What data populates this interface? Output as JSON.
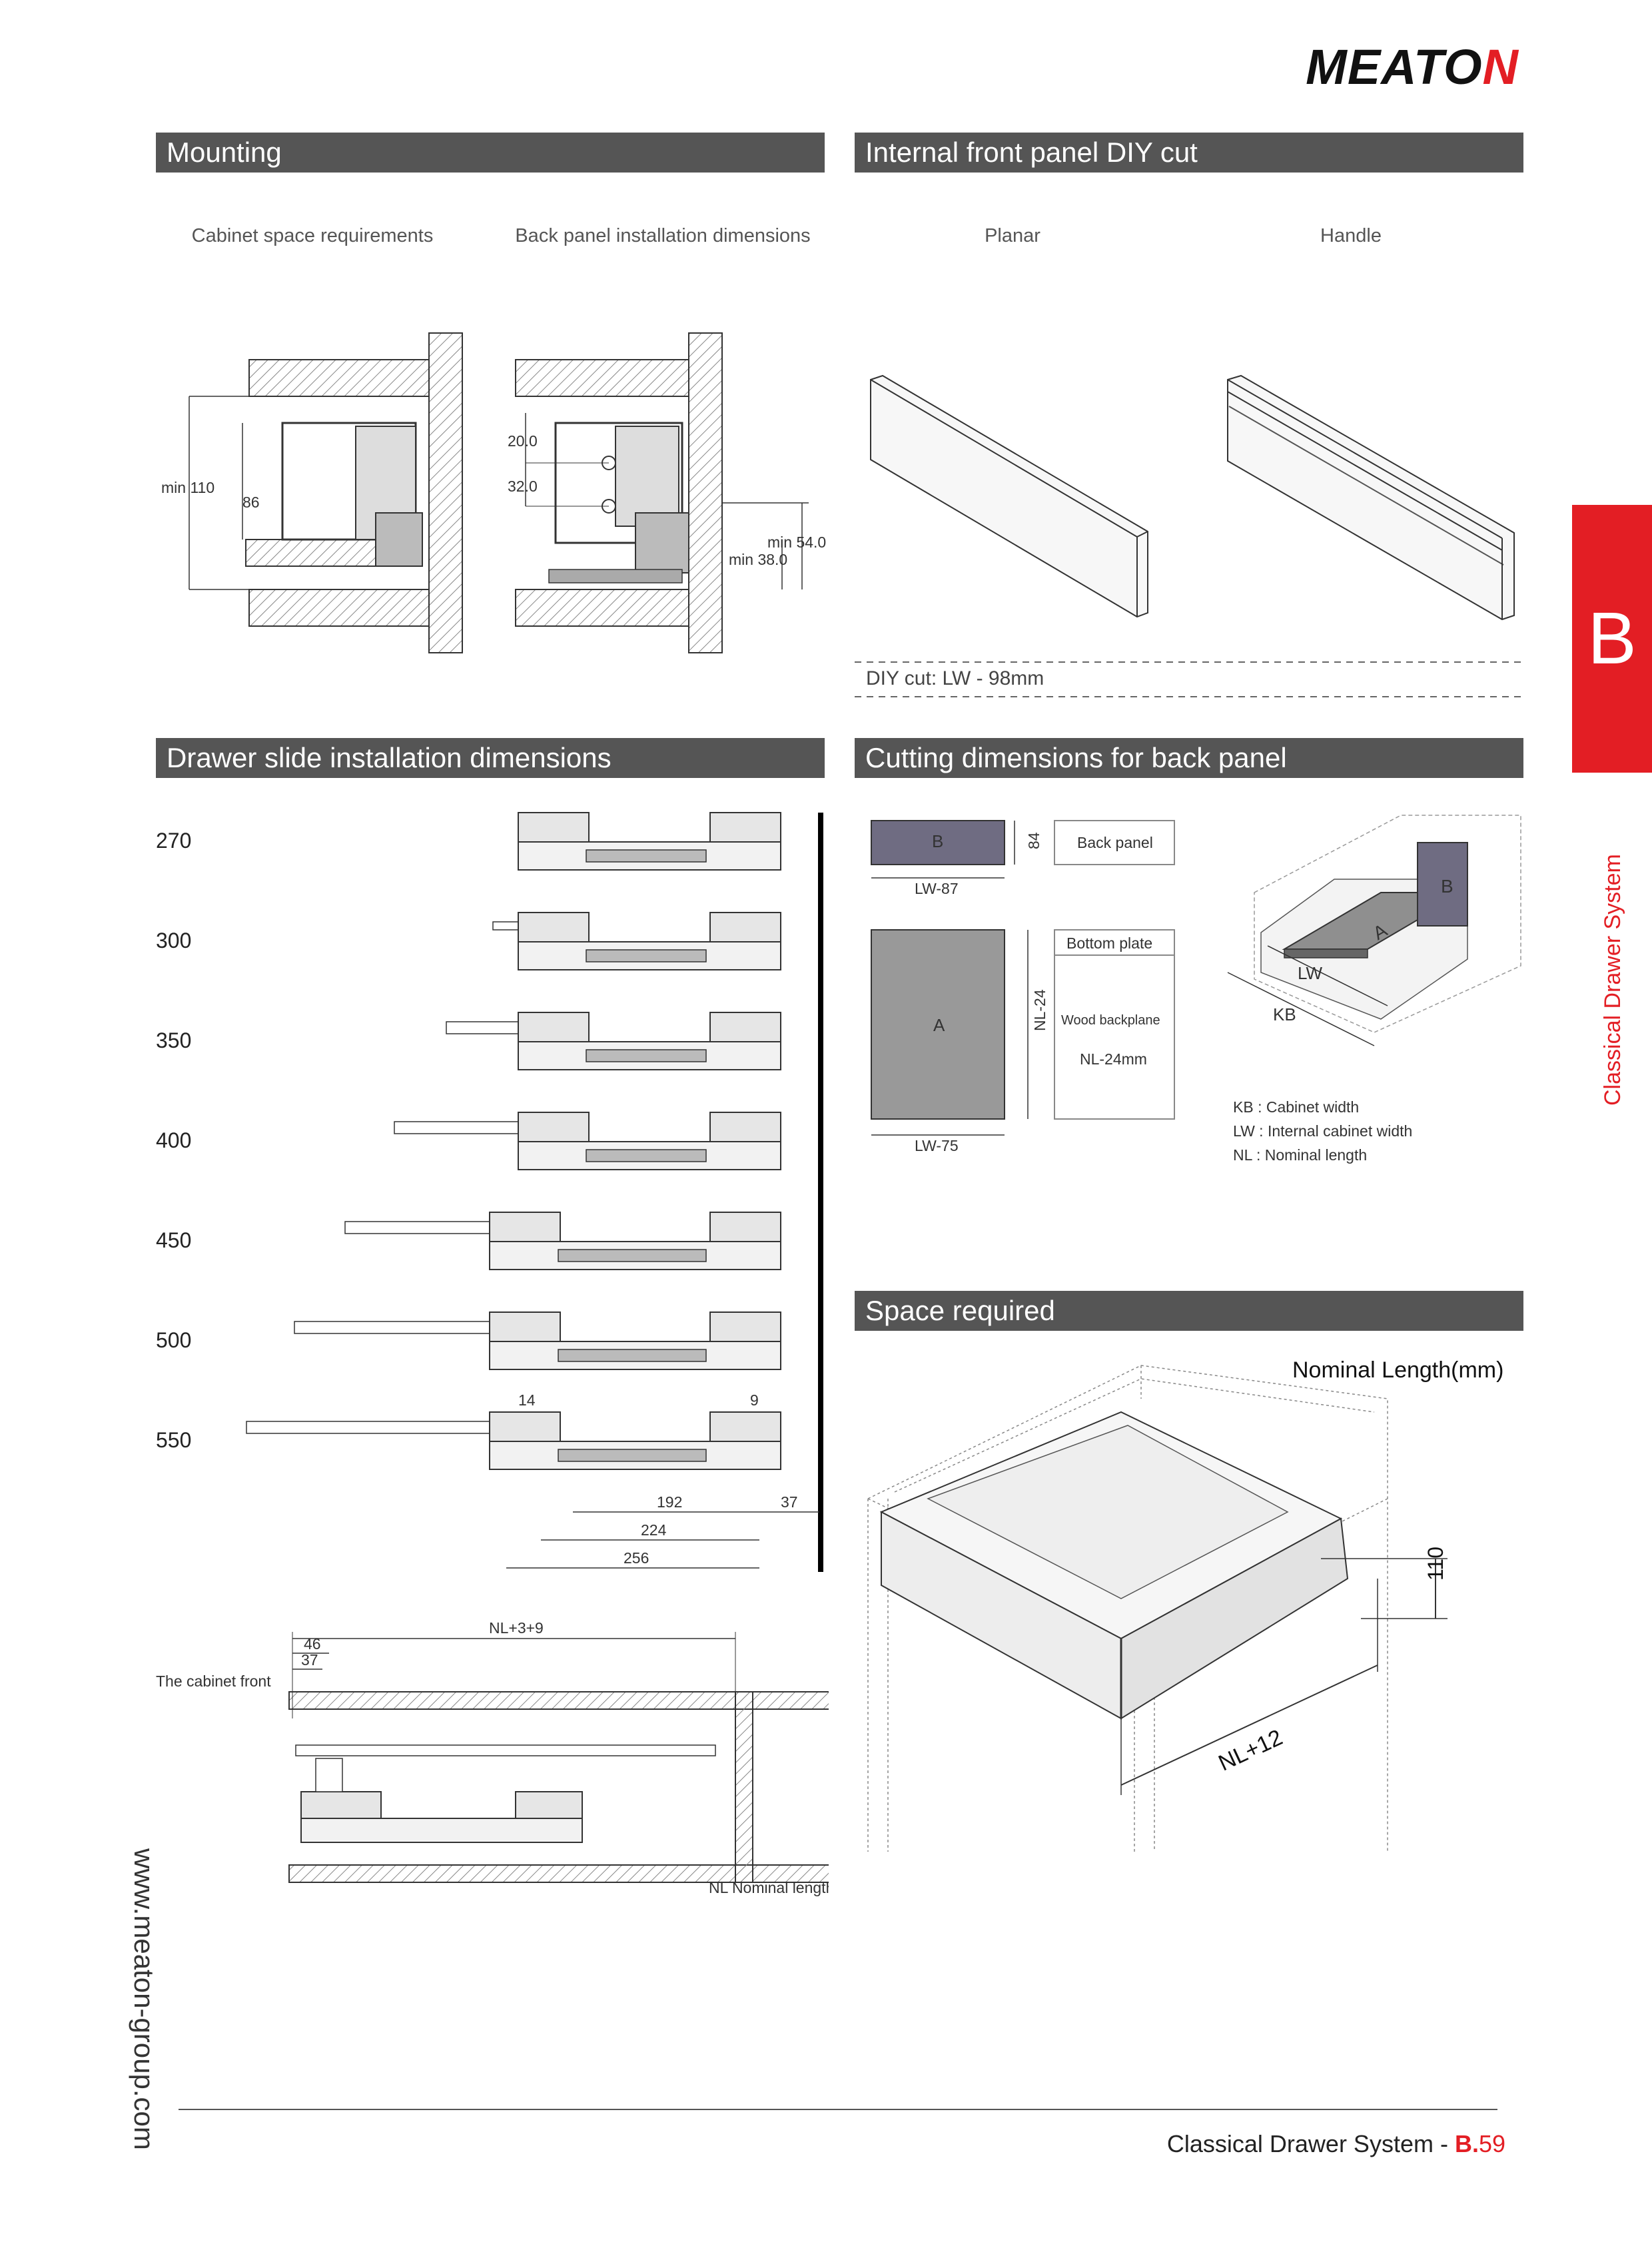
{
  "brand": {
    "name_main": "MEATO",
    "name_accent": "N",
    "accent_color": "#e31e24"
  },
  "side_tab": {
    "letter": "B",
    "label": "Classical Drawer System"
  },
  "website": "www.meaton-group.com",
  "sections": {
    "mounting": {
      "title": "Mounting",
      "captions": [
        "Cabinet space requirements",
        "Back panel installation dimensions"
      ],
      "dims_left": {
        "min_height": "min 110",
        "height": "86"
      },
      "dims_right": {
        "d1": "20.0",
        "d2": "32.0",
        "d3": "min 54.0",
        "d4": "min 38.0"
      }
    },
    "front_panel": {
      "title": "Internal front panel DIY cut",
      "captions": [
        "Planar",
        "Handle"
      ],
      "note": "DIY cut: LW - 98mm"
    },
    "drawer_slide": {
      "title": "Drawer slide installation dimensions",
      "lengths": [
        "270",
        "300",
        "350",
        "400",
        "450",
        "500",
        "550"
      ],
      "dims": {
        "a": "14",
        "b": "9",
        "c": "192",
        "d": "37",
        "e": "224",
        "f": "256"
      },
      "bottom": {
        "total": "NL+3+9",
        "d46": "46",
        "d37": "37",
        "cabinet_front": "The cabinet front",
        "nl_label": "NL Nominal length"
      }
    },
    "cutting": {
      "title": "Cutting dimensions for back panel",
      "b_label": "B",
      "b_height": "84",
      "b_width": "LW-87",
      "b_name": "Back panel",
      "a_label": "A",
      "a_height": "NL-24",
      "a_width": "LW-75",
      "bottom_plate": "Bottom plate",
      "wood": "Wood backplane",
      "wood_dim": "NL-24mm",
      "iso_b": "B",
      "iso_a": "A",
      "iso_lw": "LW",
      "iso_kb": "KB",
      "legend": [
        "KB : Cabinet width",
        "LW : Internal cabinet width",
        "NL : Nominal length"
      ]
    },
    "space": {
      "title": "Space required",
      "heading": "Nominal Length(mm)",
      "height": "110",
      "depth": "NL+12"
    }
  },
  "footer": {
    "text": "Classical Drawer System - ",
    "section": "B.",
    "page": "59"
  }
}
